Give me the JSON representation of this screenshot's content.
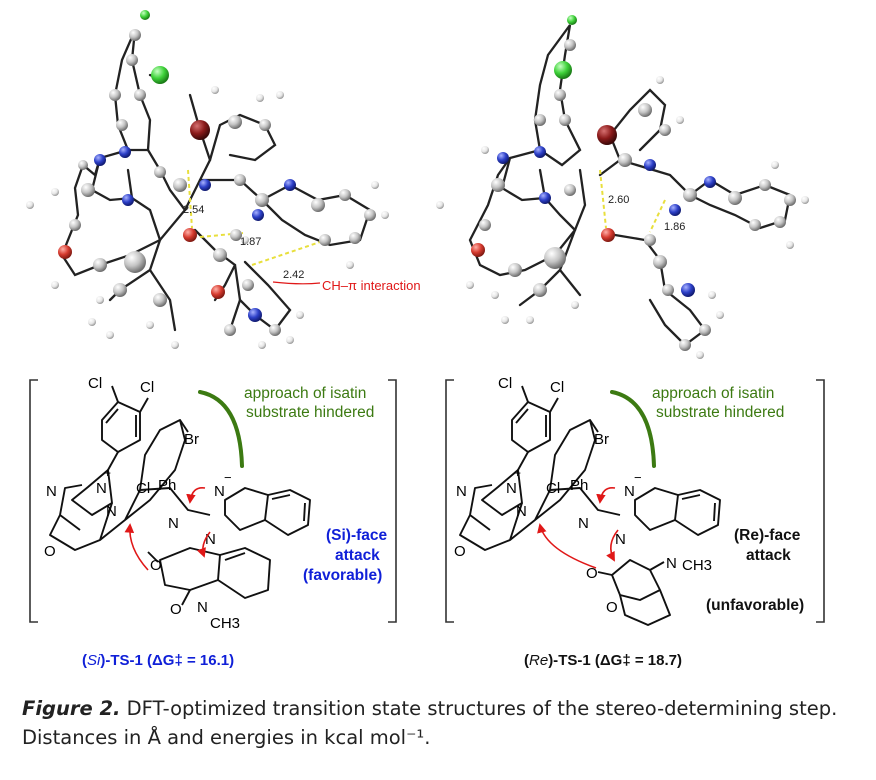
{
  "left_panel": {
    "distances": [
      "2.54",
      "1.87",
      "2.42"
    ],
    "interaction_label": "CH–π interaction",
    "approach_note": [
      "approach of isatin",
      "substrate hindered"
    ],
    "face_attack": [
      "(Si)-face",
      "attack",
      "(favorable)"
    ],
    "ts_face": "Si",
    "ts_name": "TS-1",
    "ts_energy": "(ΔG‡ = 16.1)"
  },
  "right_panel": {
    "distances": [
      "2.60",
      "1.86"
    ],
    "approach_note": [
      "approach of isatin",
      "substrate hindered"
    ],
    "face_attack": [
      "(Re)-face",
      "attack",
      "(unfavorable)"
    ],
    "ts_face": "Re",
    "ts_name": "TS-1",
    "ts_energy": "(ΔG‡ = 18.7)"
  },
  "atom_labels": {
    "cl": "Cl",
    "br": "Br",
    "ph": "Ph",
    "n": "N",
    "o": "O",
    "ch3": "CH3",
    "plus": "+",
    "minus": "−"
  },
  "caption": {
    "figure_label": "Figure 2.",
    "text": "DFT-optimized transition state structures of the stereo-determining step. Distances in Å and energies in kcal mol⁻¹."
  },
  "colors": {
    "carbon": "#b9b9b9",
    "nitrogen": "#2d40c8",
    "oxygen": "#d63b2f",
    "chlorine": "#3fd23a",
    "bromine": "#8b1a1a",
    "hbond": "#e8df3c",
    "approach_green": "#3c7a12",
    "attack_blue": "#1020d8",
    "arrow_red": "#e01818"
  }
}
